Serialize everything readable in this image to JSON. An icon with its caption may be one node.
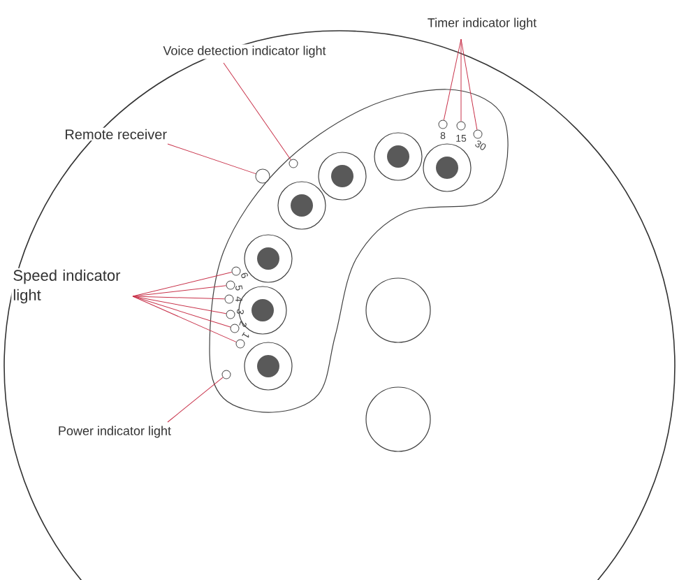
{
  "diagram": {
    "nodes": [
      {
        "text": [
          "Timer indicator light"
        ]
      },
      {
        "text": [
          "Voice detection indicator light"
        ]
      },
      {
        "text": [
          "Remote receiver"
        ]
      },
      {
        "text": [
          "Speed indicator light"
        ]
      },
      {
        "text": [
          "Power indicator light"
        ]
      },
      {
        "text": [],
        "shape": "circle",
        "beside": [
          "8"
        ]
      },
      {
        "text": [],
        "shape": "circle",
        "beside": [
          "15"
        ]
      },
      {
        "text": [],
        "shape": "circle",
        "beside": [
          "30"
        ]
      },
      {
        "text": [],
        "shape": "circle"
      },
      {
        "text": [],
        "shape": "circle"
      },
      {
        "text": [],
        "shape": "circle",
        "beside": [
          "6"
        ]
      },
      {
        "text": [],
        "shape": "circle",
        "beside": [
          "5"
        ]
      },
      {
        "text": [],
        "shape": "circle",
        "beside": [
          "4"
        ]
      },
      {
        "text": [],
        "shape": "circle",
        "beside": [
          "3"
        ]
      },
      {
        "text": [],
        "shape": "circle",
        "beside": [
          "2"
        ]
      },
      {
        "text": [],
        "shape": "circle",
        "beside": [
          "1"
        ]
      },
      {
        "text": [],
        "shape": "circle"
      }
    ],
    "edges": [
      {
        "from": 0,
        "to": 5,
        "arrow": "none"
      },
      {
        "from": 0,
        "to": 6,
        "arrow": "none"
      },
      {
        "from": 0,
        "to": 7,
        "arrow": "none"
      },
      {
        "from": 1,
        "to": 8,
        "arrow": "none"
      },
      {
        "from": 2,
        "to": 9,
        "arrow": "none"
      },
      {
        "from": 3,
        "to": 10,
        "arrow": "none"
      },
      {
        "from": 3,
        "to": 11,
        "arrow": "none"
      },
      {
        "from": 3,
        "to": 12,
        "arrow": "none"
      },
      {
        "from": 3,
        "to": 13,
        "arrow": "none"
      },
      {
        "from": 3,
        "to": 14,
        "arrow": "none"
      },
      {
        "from": 3,
        "to": 15,
        "arrow": "none"
      },
      {
        "from": 4,
        "to": 16,
        "arrow": "none"
      }
    ]
  }
}
